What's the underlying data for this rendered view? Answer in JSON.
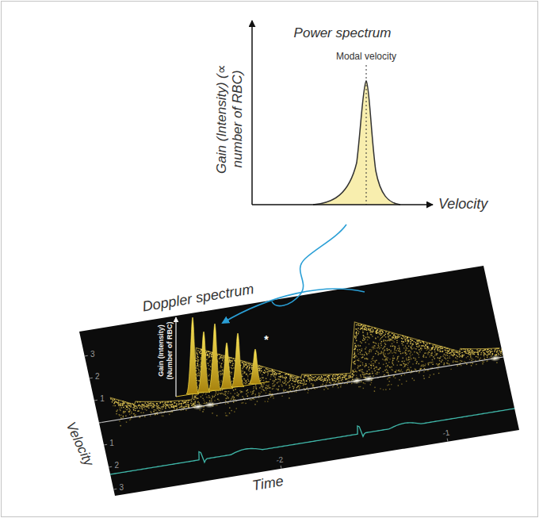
{
  "diagram": {
    "labels": [
      "Power spectrum",
      "Modal velocity",
      "Gain (Intensity) (∝ number of RBC)",
      "Velocity",
      "Doppler spectrum",
      "Gain (Intensity) (Number of RBC)",
      "*",
      "Velocity",
      "Time",
      "3",
      "2",
      "1",
      "1",
      "2",
      "3",
      "-2",
      "-1"
    ]
  }
}
